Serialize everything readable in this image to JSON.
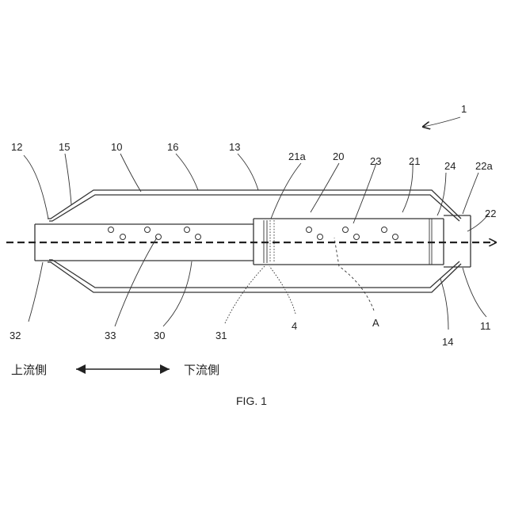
{
  "labels": {
    "r1": "1",
    "r12": "12",
    "r15": "15",
    "r10": "10",
    "r16": "16",
    "r13": "13",
    "r21a": "21a",
    "r20": "20",
    "r23": "23",
    "r21": "21",
    "r24": "24",
    "r22a": "22a",
    "r22": "22",
    "r32": "32",
    "r33": "33",
    "r30": "30",
    "r31": "31",
    "r4": "4",
    "rA": "A",
    "r14": "14",
    "r11": "11"
  },
  "direction": {
    "upstream": "上流側",
    "downstream": "下流側"
  },
  "caption": "FIG. 1"
}
